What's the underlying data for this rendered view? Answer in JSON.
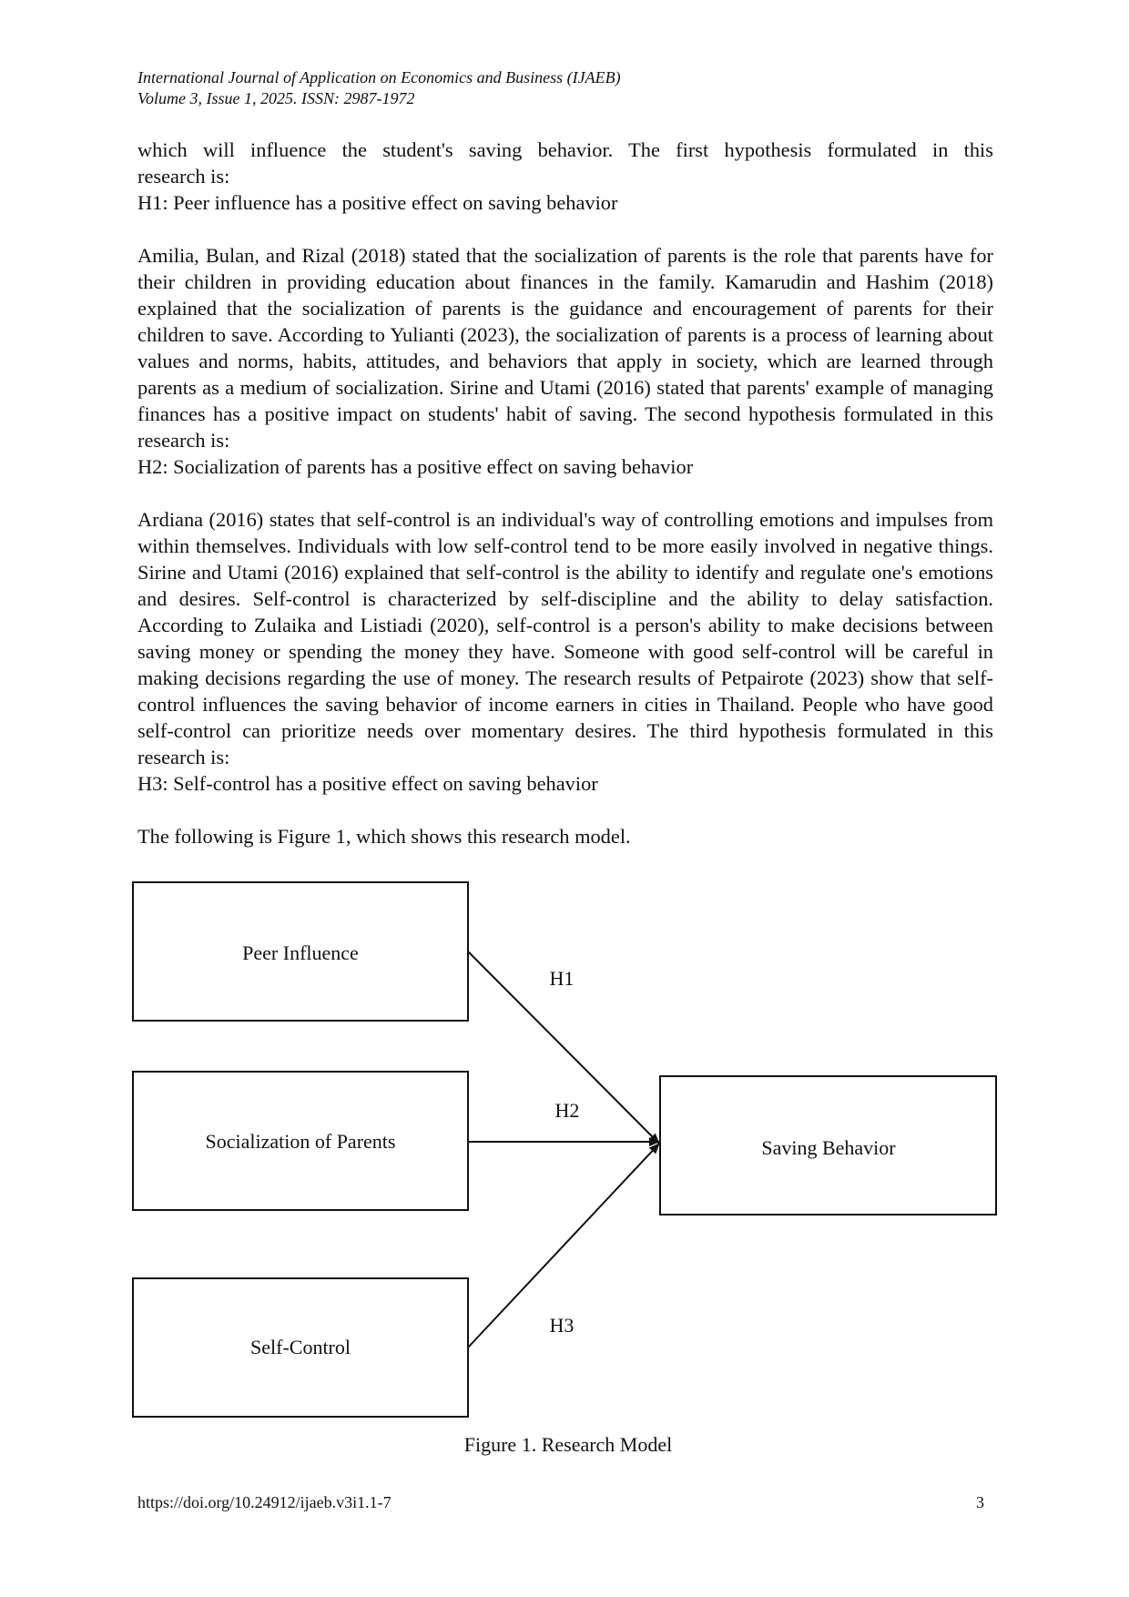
{
  "header": {
    "journal_line": "International Journal of Application on Economics and Business (IJAEB)",
    "volume_line": "Volume 3, Issue 1, 2025. ISSN: 2987-1972"
  },
  "body": {
    "p1_line1": "which will influence the student's saving behavior. The first hypothesis formulated in this",
    "p1_line2": "research is:",
    "h1": "H1: Peer influence has a positive effect on saving behavior",
    "p2": "Amilia, Bulan, and Rizal (2018) stated that the socialization of parents is the role that parents have for their children in providing education about finances in the family. Kamarudin and Hashim (2018) explained that the socialization of parents is the guidance and encouragement of parents for their children to save. According to Yulianti (2023), the socialization of parents is a process of learning about values and norms, habits, attitudes, and behaviors that apply in society, which are learned through parents as a medium of socialization. Sirine and Utami (2016) stated that parents' example of managing finances has a positive impact on students' habit of saving. The second hypothesis formulated in this research is:",
    "h2": "H2: Socialization of parents has a positive effect on saving behavior",
    "p3": "Ardiana (2016) states that self-control is an individual's way of controlling emotions and impulses from within themselves. Individuals with low self-control tend to be more easily involved in negative things. Sirine and Utami (2016) explained that self-control is the ability to identify and regulate one's emotions and desires. Self-control is characterized by self-discipline and the ability to delay satisfaction. According to Zulaika and Listiadi (2020), self-control is a person's ability to make decisions between saving money or spending the money they have. Someone with good self-control will be careful in making decisions regarding the use of money. The research results of Petpairote (2023) show that self-control influences the saving behavior of income earners in cities in Thailand. People who have good self-control can prioritize needs over momentary desires. The third hypothesis formulated in this research is:",
    "h3": "H3: Self-control has a positive effect on saving behavior",
    "figure_intro": "The following is Figure 1, which shows this research model."
  },
  "figure": {
    "box_peer": "Peer Influence",
    "box_parents": "Socialization of Parents",
    "box_self": "Self-Control",
    "box_saving": "Saving Behavior",
    "label_h1": "H1",
    "label_h2": "H2",
    "label_h3": "H3",
    "caption": "Figure 1. Research Model"
  },
  "footer": {
    "doi": "https://doi.org/10.24912/ijaeb.v3i1.1-7",
    "page_number": "3"
  }
}
